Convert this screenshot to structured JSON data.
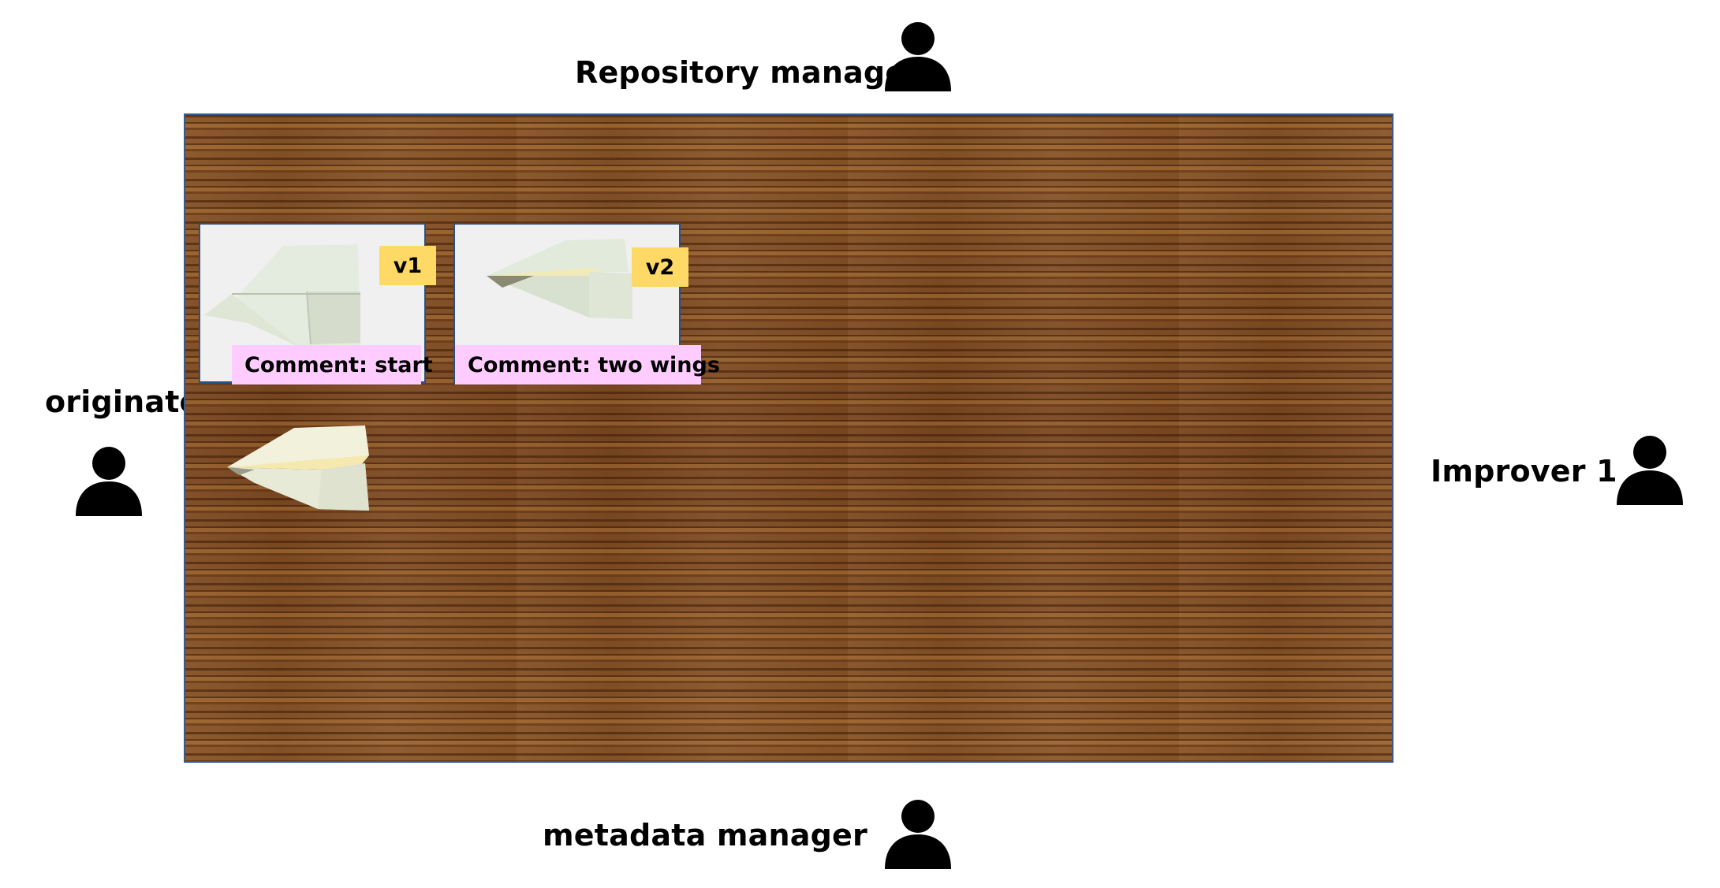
{
  "roles": {
    "repository_manager": "Repository manager",
    "originator": "originator",
    "improver": "Improver 1",
    "metadata_manager": "metadata manager"
  },
  "versions": [
    {
      "tag": "v1",
      "comment": "Comment: start"
    },
    {
      "tag": "v2",
      "comment": "Comment: two wings"
    }
  ],
  "colors": {
    "table_border": "#3b5a8c",
    "version_tag": "#ffd966",
    "comment_label": "#ffccff",
    "card_background": "#f0f0f0"
  },
  "icons": {
    "person": "person-icon",
    "plane": "paper-plane-icon"
  }
}
